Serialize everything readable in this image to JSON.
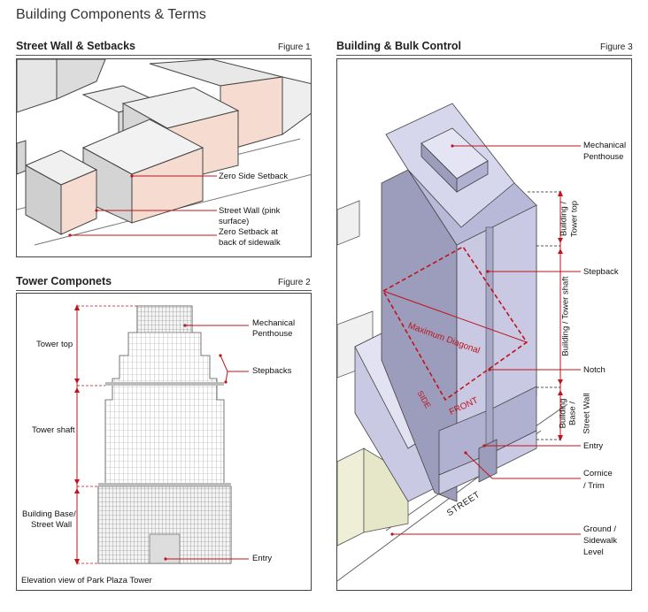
{
  "title": "Building Components & Terms",
  "colors": {
    "leader": "#c0141c",
    "pink": "#f6dcd0",
    "lavender": "#c9c9e4",
    "lavender_dark": "#9c9cbc",
    "lavender_light": "#e2e2f2"
  },
  "fig1": {
    "heading": "Street Wall & Setbacks",
    "figure": "Figure 1",
    "labels": {
      "zero_side": "Zero Side Setback",
      "street_wall": "Street Wall (pink surface)",
      "zero_setback_1": "Zero Setback at",
      "zero_setback_2": "back of sidewalk"
    }
  },
  "fig2": {
    "heading": "Tower Componets",
    "figure": "Figure 2",
    "left_labels": {
      "tower_top": "Tower top",
      "tower_shaft": "Tower shaft",
      "base_1": "Building Base/",
      "base_2": "Street Wall"
    },
    "right_labels": {
      "penthouse_1": "Mechanical",
      "penthouse_2": "Penthouse",
      "stepbacks": "Stepbacks",
      "entry": "Entry"
    },
    "caption": "Elevation view of Park Plaza Tower"
  },
  "fig3": {
    "heading": "Building & Bulk Control",
    "figure": "Figure 3",
    "right_labels": {
      "penthouse_1": "Mechanical",
      "penthouse_2": "Penthouse",
      "stepback": "Stepback",
      "notch": "Notch",
      "entry": "Entry",
      "cornice_1": "Cornice",
      "cornice_2": "/ Trim",
      "ground_1": "Ground /",
      "ground_2": "Sidewalk",
      "ground_3": "Level"
    },
    "vertical_labels": {
      "tower_top_1": "Building /",
      "tower_top_2": "Tower top",
      "shaft": "Building / Tower shaft",
      "base_1": "Building",
      "base_2": "Base /",
      "base_3": "Street Wall"
    },
    "in_drawing": {
      "max_diagonal": "Maximum Diagonal",
      "side": "SIDE",
      "front": "FRONT",
      "street": "STREET"
    }
  }
}
